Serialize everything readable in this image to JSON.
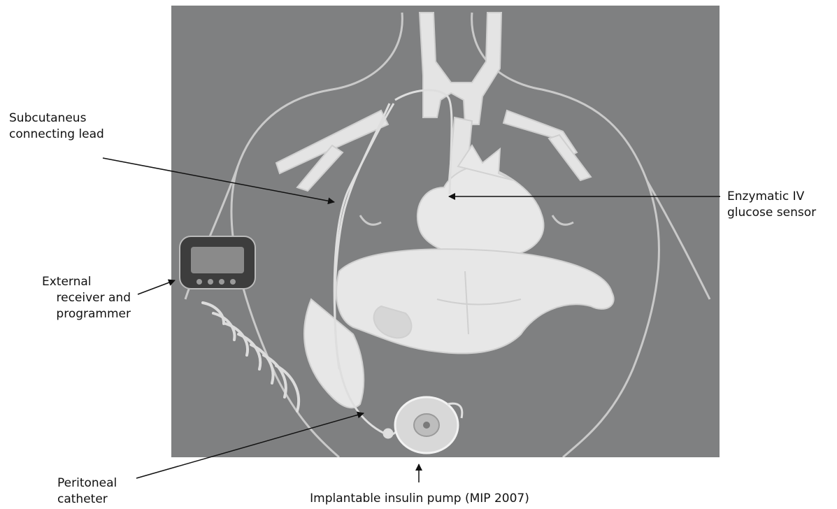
{
  "labels": {
    "lead_line1": "Subcutaneus",
    "lead_line2": "connecting lead",
    "sensor_line1": "Enzymatic IV",
    "sensor_line2": "glucose sensor",
    "receiver_line1": "External",
    "receiver_line2": "receiver and",
    "receiver_line3": "programmer",
    "catheter_line1": "Peritoneal",
    "catheter_line2": "catheter",
    "pump": "Implantable insulin pump (MIP 2007)"
  },
  "colors": {
    "background": "#7f8081",
    "organ_fill": "#e6e6e6",
    "outline": "#cfcfcf",
    "arrow": "#111111"
  },
  "icons": {
    "receiver": "receiver-device-icon",
    "pump": "insulin-pump-icon",
    "signal": "wireless-signal-icon"
  }
}
